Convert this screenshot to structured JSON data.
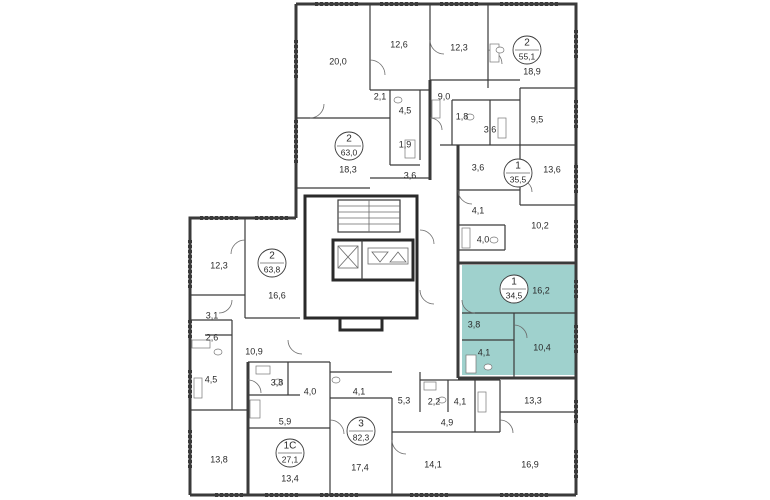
{
  "plan": {
    "highlight_color": "#8ec9c4",
    "room_areas": [
      "20,0",
      "12,6",
      "12,3",
      "18,9",
      "2,1",
      "4,5",
      "9,0",
      "9,5",
      "1,8",
      "3,6",
      "1,9",
      "18,3",
      "3,6",
      "3,6",
      "13,6",
      "4,1",
      "10,2",
      "4,0",
      "12,3",
      "16,6",
      "16,2",
      "3,1",
      "2,6",
      "3,8",
      "10,9",
      "10,4",
      "4,1",
      "4,5",
      "3,8",
      "4,0",
      "4,1",
      "5,3",
      "2,2",
      "4,1",
      "13,3",
      "5,9",
      "4,9",
      "13,8",
      "13,4",
      "17,4",
      "14,1",
      "16,9"
    ],
    "apartments": [
      {
        "rooms": "2",
        "total": "55,1"
      },
      {
        "rooms": "2",
        "total": "63,0"
      },
      {
        "rooms": "1",
        "total": "35,5"
      },
      {
        "rooms": "2",
        "total": "63,8"
      },
      {
        "rooms": "1",
        "total": "34,5"
      },
      {
        "rooms": "1С",
        "total": "27,1"
      },
      {
        "rooms": "3",
        "total": "82,3"
      }
    ]
  }
}
